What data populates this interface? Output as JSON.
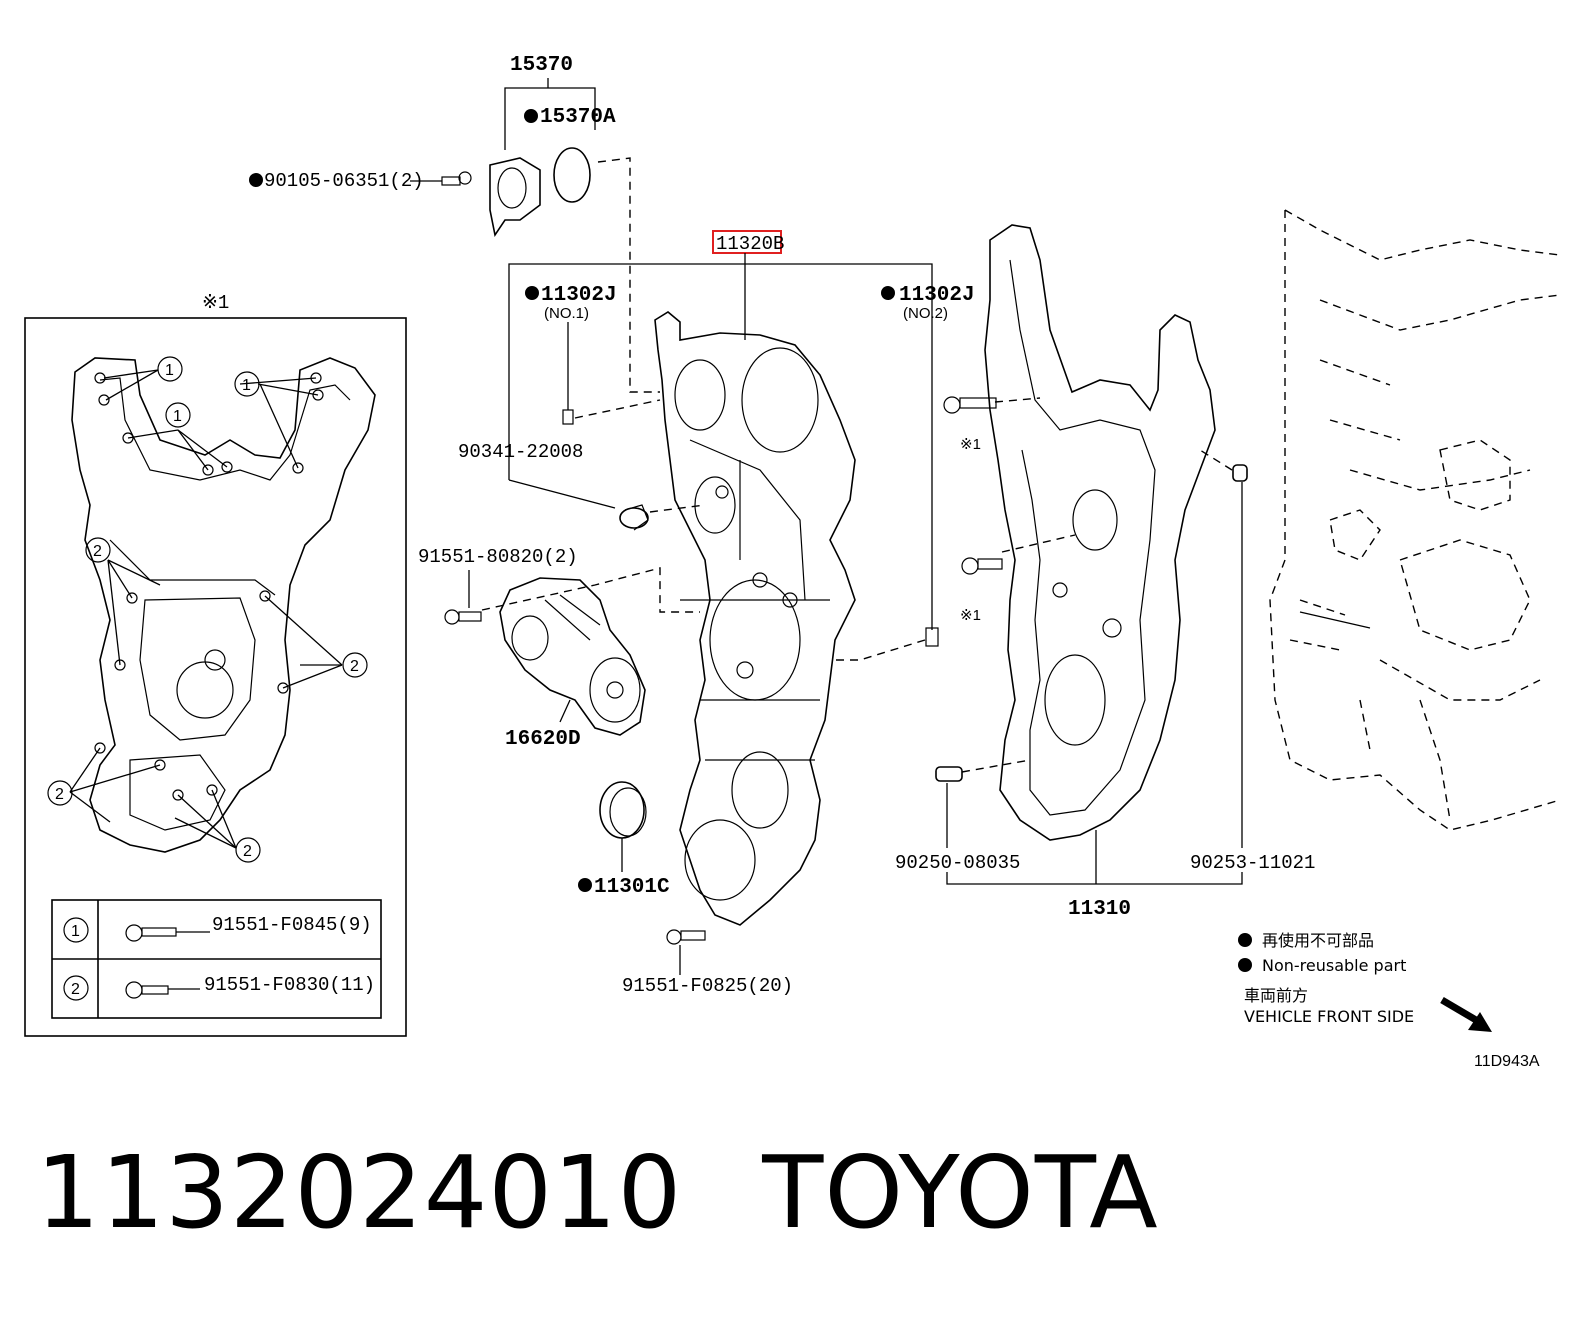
{
  "labels": {
    "p15370": "15370",
    "p15370A": "15370A",
    "p9010506351": "90105-06351(2)",
    "p11320B": "11320B",
    "p11302J_1": "11302J",
    "no1": "(NO.1)",
    "p11302J_2": "11302J",
    "no2": "(NO.2)",
    "p9034122008": "90341-22008",
    "p9155180820": "91551-80820(2)",
    "p16620D": "16620D",
    "p11301C": "11301C",
    "p91551F0825": "91551-F0825(20)",
    "p9025008035": "90250-08035",
    "p9025311021": "90253-11021",
    "p11310": "11310",
    "mark1_top": "※1",
    "mark1_a": "※1",
    "mark1_b": "※1"
  },
  "inset": {
    "callouts": [
      "1",
      "1",
      "1",
      "2",
      "2",
      "2",
      "2"
    ],
    "table": [
      {
        "num": "1",
        "part": "91551-F0845(9)"
      },
      {
        "num": "2",
        "part": "91551-F0830(11)"
      }
    ]
  },
  "legend": {
    "line1": "再使用不可部品",
    "line2": "Non-reusable part",
    "line3": "車両前方",
    "line4": "VEHICLE FRONT SIDE",
    "code": "11D943A"
  },
  "footer": {
    "part_number": "1132024010",
    "brand": "TOYOTA"
  },
  "colors": {
    "highlight_box": "#e02020",
    "ink": "#000000",
    "background": "#ffffff"
  }
}
